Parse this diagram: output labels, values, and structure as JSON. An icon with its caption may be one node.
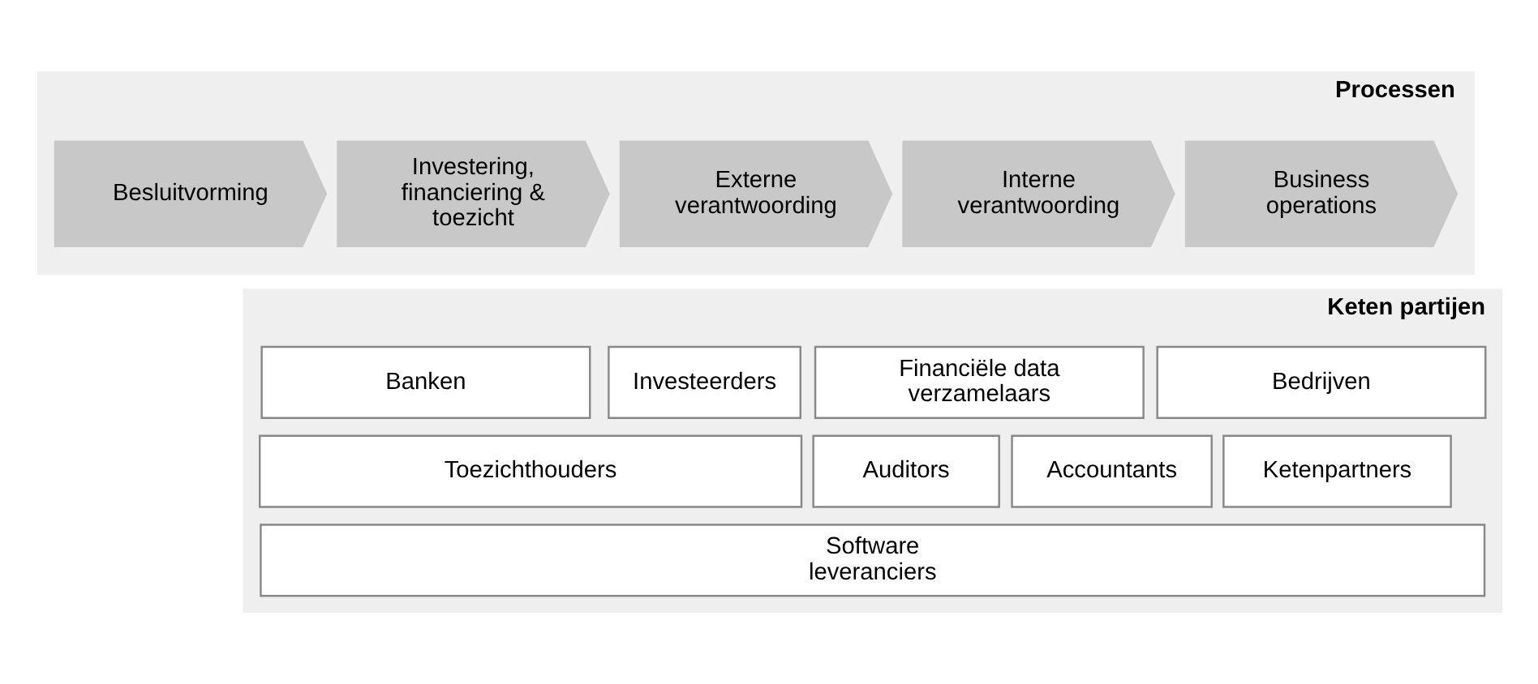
{
  "diagram": {
    "nodes": [
      {
        "text": [
          "Processen"
        ]
      },
      {
        "text": [
          "Business operations"
        ],
        "in": 0
      },
      {
        "text": [
          "Interne verantwoording"
        ],
        "in": 0
      },
      {
        "text": [
          "Externe verantwoording"
        ],
        "in": 0
      },
      {
        "text": [
          "Investering, financiering & toezicht"
        ],
        "in": 0
      },
      {
        "text": [
          "Besluitvorming"
        ],
        "in": 0
      },
      {
        "text": [
          "Keten partijen"
        ]
      },
      {
        "text": [
          "Bedrijven"
        ],
        "in": 6
      },
      {
        "text": [
          "Financiële data verzamelaars"
        ],
        "in": 6
      },
      {
        "text": [
          "Investeerders"
        ],
        "in": 6
      },
      {
        "text": [
          "Banken"
        ],
        "in": 6
      },
      {
        "text": [
          "Ketenpartners"
        ],
        "in": 6
      },
      {
        "text": [
          "Accountants"
        ],
        "in": 6
      },
      {
        "text": [
          "Auditors"
        ],
        "in": 6
      },
      {
        "text": [
          "Toezichthouders"
        ],
        "in": 6
      },
      {
        "text": [
          "Software leveranciers"
        ],
        "in": 6
      }
    ]
  }
}
